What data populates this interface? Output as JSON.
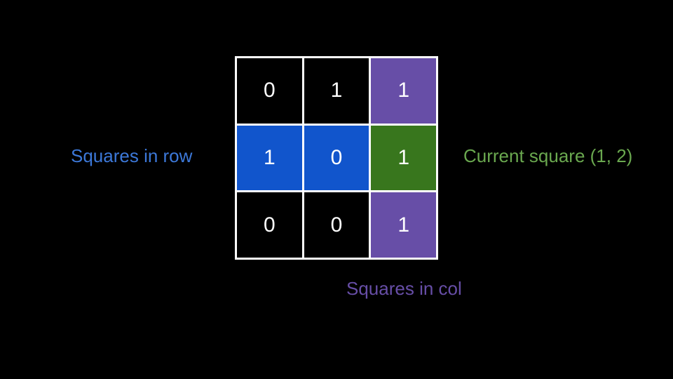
{
  "grid": {
    "rows": [
      [
        {
          "value": "0",
          "color": "#000000"
        },
        {
          "value": "1",
          "color": "#000000"
        },
        {
          "value": "1",
          "color": "#674ea7"
        }
      ],
      [
        {
          "value": "1",
          "color": "#1155cc"
        },
        {
          "value": "0",
          "color": "#1155cc"
        },
        {
          "value": "1",
          "color": "#38761d"
        }
      ],
      [
        {
          "value": "0",
          "color": "#000000"
        },
        {
          "value": "0",
          "color": "#000000"
        },
        {
          "value": "1",
          "color": "#674ea7"
        }
      ]
    ],
    "border_color": "#ffffff"
  },
  "labels": {
    "row": {
      "text": "Squares in row",
      "color": "#3c78d8"
    },
    "current": {
      "text": "Current square (1, 2)",
      "color": "#6aa84f"
    },
    "col": {
      "text": "Squares in col",
      "color": "#674ea7"
    }
  }
}
